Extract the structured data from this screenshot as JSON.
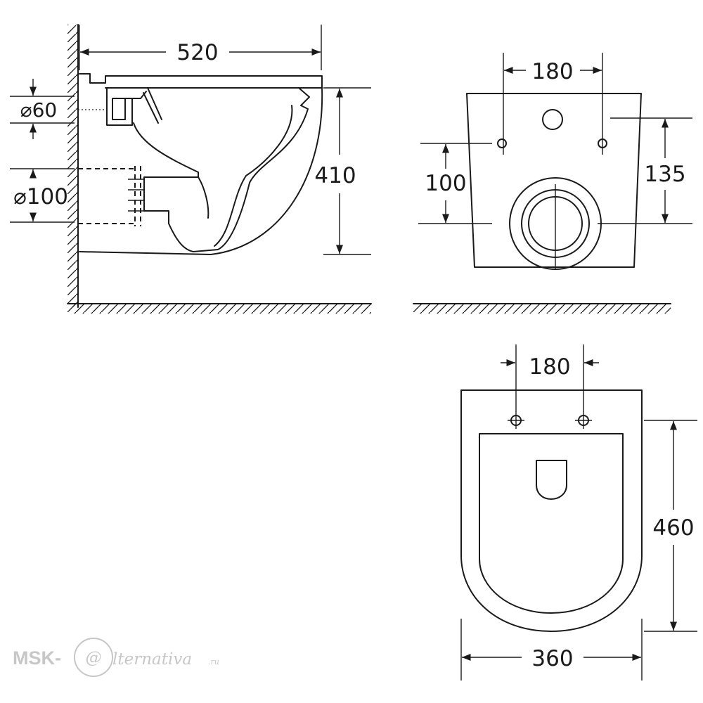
{
  "dimensions": {
    "side_width": "520",
    "side_height": "410",
    "inlet_diameter": "⌀60",
    "outlet_diameter": "⌀100",
    "back_holes_spacing": "180",
    "back_outlet_height": "100",
    "back_inlet_height": "135",
    "top_holes_spacing": "180",
    "top_depth": "460",
    "top_width": "360"
  },
  "watermark": {
    "prefix": "MSK-",
    "at": "@",
    "name": "lternativa",
    "suffix": ".ru"
  }
}
